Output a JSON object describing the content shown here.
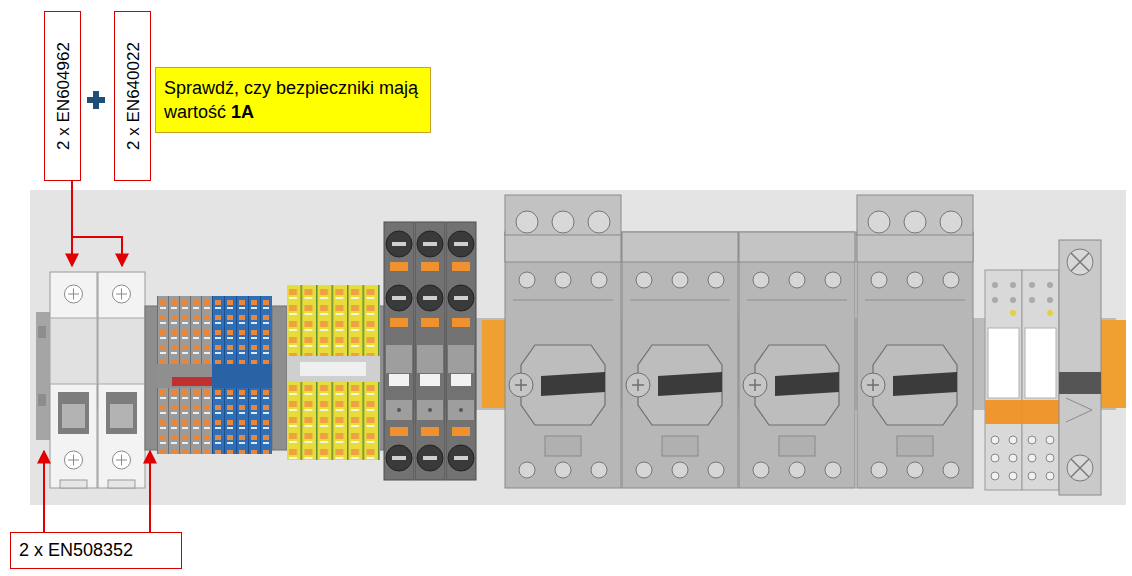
{
  "diagram": {
    "nodes": [
      {
        "text": [
          "2 x EN604962"
        ]
      },
      {
        "text": [
          "2 x EN640022"
        ]
      },
      {
        "text": [
          "Sprawdź, czy bezpieczniki mają wartość 1A"
        ]
      },
      {
        "text": [
          "2 x EN508352"
        ]
      }
    ]
  }
}
